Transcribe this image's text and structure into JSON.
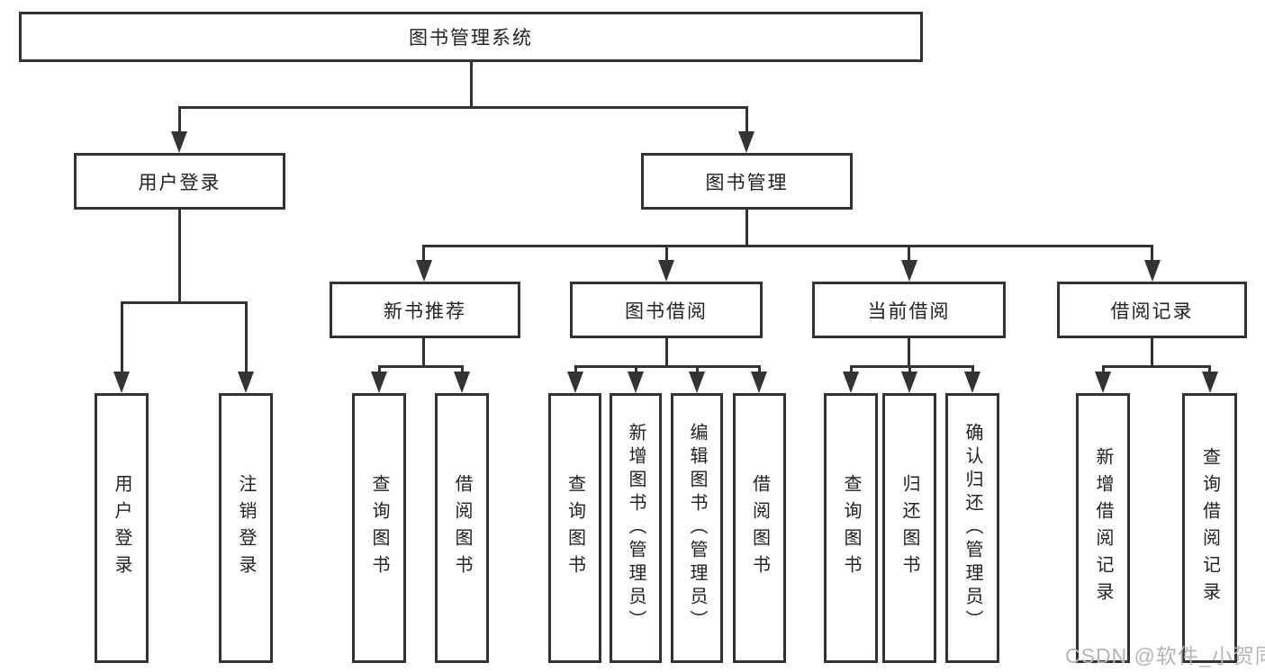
{
  "diagram": {
    "title": "图书管理系统",
    "watermark": "CSDN @软件_小贺同学",
    "colors": {
      "line": "#333333",
      "text": "#222222",
      "background": "#ffffff",
      "watermark": "#b5b5b5"
    },
    "level2": {
      "user_login": "用户登录",
      "book_mgmt": "图书管理"
    },
    "level3": {
      "new_book_rec": "新书推荐",
      "book_borrow": "图书借阅",
      "current_borrow": "当前借阅",
      "borrow_record": "借阅记录"
    },
    "leaves": {
      "user_login": [
        "用户登录",
        "注销登录"
      ],
      "new_book_rec": [
        "查询图书",
        "借阅图书"
      ],
      "book_borrow": [
        "查询图书",
        "新增图书（管理员）",
        "编辑图书（管理员）",
        "借阅图书"
      ],
      "current_borrow": [
        "查询图书",
        "归还图书",
        "确认归还（管理员）"
      ],
      "borrow_record": [
        "新增借阅记录",
        "查询借阅记录"
      ]
    }
  }
}
